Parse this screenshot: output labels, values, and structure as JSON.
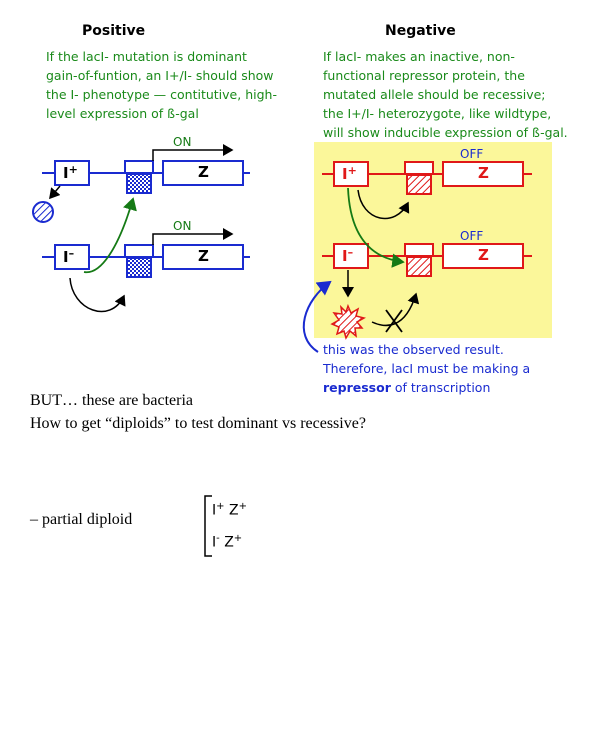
{
  "positive": {
    "heading": "Positive",
    "lines": [
      "If the lacI- mutation is dominant",
      "gain-of-funtion, an I+/I- should show",
      "the I- phenotype — contitutive, high-",
      "level expression of ß-gal"
    ],
    "on_label_top": "ON",
    "on_label_bottom": "ON",
    "gene_top": "I",
    "gene_top_sign": "+",
    "gene_bottom": "I",
    "gene_bottom_sign": "–",
    "z_top": "Z",
    "z_bottom": "Z"
  },
  "negative": {
    "heading": "Negative",
    "lines": [
      "If lacI- makes an inactive, non-",
      "functional repressor protein, the",
      "mutated allele should be recessive;",
      "the I+/I- heterozygote, like wildtype,",
      "will show inducible expression of ß-gal."
    ],
    "off_label_top": "OFF",
    "off_label_bottom": "OFF",
    "gene_top": "I",
    "gene_top_sign": "+",
    "gene_bottom": "I",
    "gene_bottom_sign": "–",
    "z_top": "Z",
    "z_bottom": "Z"
  },
  "observed": {
    "line1": "this was the observed result.",
    "line2": "Therefore, lacI must be making a",
    "line3_bold": "repressor",
    "line3_rest": " of transcription"
  },
  "body_text": {
    "but": "BUT… these are bacteria",
    "question": "How to get “diploids” to test dominant vs recessive?",
    "partial": "– partial diploid"
  },
  "genotype": {
    "row1_I": "I",
    "row1_I_sup": "+",
    "row1_Z": "Z",
    "row1_Z_sup": "+",
    "row2_I": "I",
    "row2_I_sup": "-",
    "row2_Z": "Z",
    "row2_Z_sup": "+"
  },
  "colors": {
    "positive_line": "#1a2bd0",
    "negative_line": "#e01818",
    "green_text": "#1a8a1a",
    "green_arrow": "#157a15",
    "yellow_bg": "#fbf79a"
  }
}
